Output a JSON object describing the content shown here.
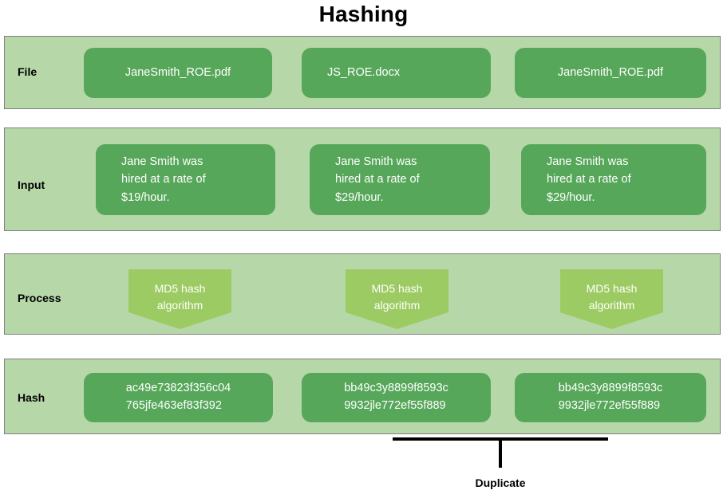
{
  "title": "Hashing",
  "rows": [
    {
      "label": "File",
      "items": [
        "JaneSmith_ROE.pdf",
        "JS_ROE.docx",
        "JaneSmith_ROE.pdf"
      ]
    },
    {
      "label": "Input",
      "items": [
        "Jane Smith was\nhired at a rate of\n$19/hour.",
        "Jane Smith was\nhired at a rate of\n$29/hour.",
        "Jane Smith was\nhired at a rate of\n$29/hour."
      ]
    },
    {
      "label": "Process",
      "items": [
        "MD5 hash\nalgorithm",
        "MD5 hash\nalgorithm",
        "MD5 hash\nalgorithm"
      ]
    },
    {
      "label": "Hash",
      "items": [
        "ac49e73823f356c04\n765jfe463ef83f392",
        "bb49c3y8899f8593c\n9932jle772ef55f889",
        "bb49c3y8899f8593c\n9932jle772ef55f889"
      ]
    }
  ],
  "annotation": {
    "label": "Duplicate"
  },
  "colors": {
    "band_fill": "#b6d7a8",
    "band_border": "#808080",
    "card_fill": "#57a75a",
    "process_fill": "#9ccb63",
    "card_text": "#ffffff",
    "label_text": "#000000",
    "bracket": "#000000",
    "background": "#ffffff"
  }
}
